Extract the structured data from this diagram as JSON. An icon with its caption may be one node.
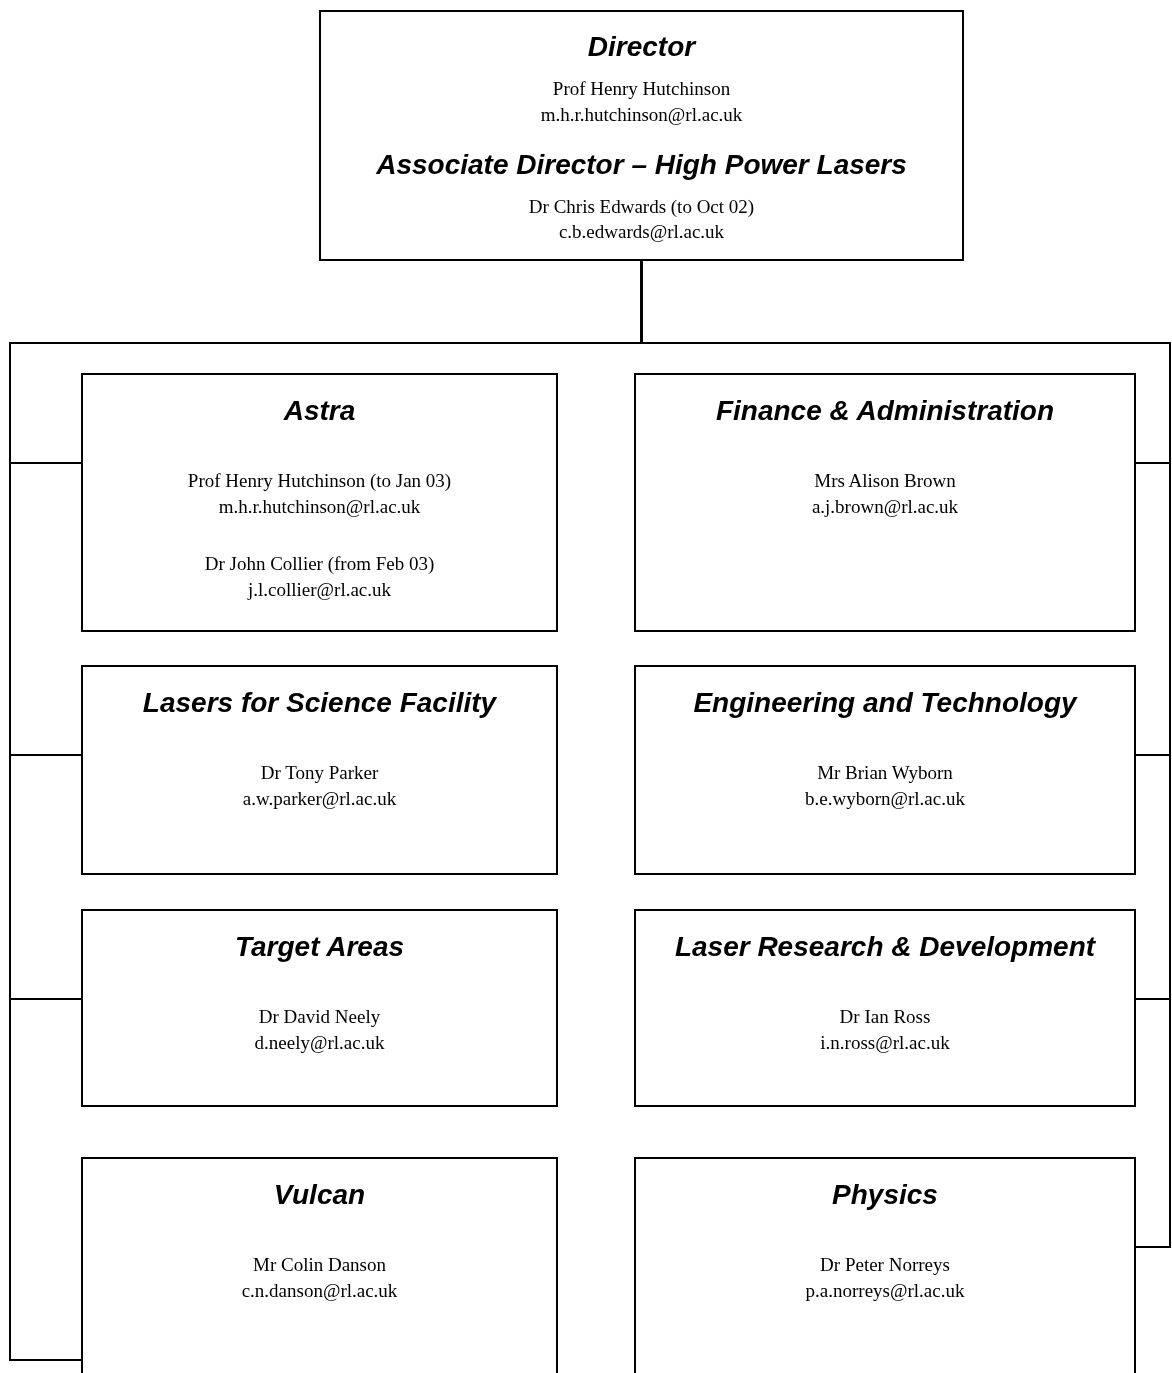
{
  "diagram": {
    "nodes": [
      {
        "text": [
          "Director",
          "Prof Henry Hutchinson",
          "m.h.r.hutchinson@rl.ac.uk",
          "Associate Director – High Power Lasers",
          "Dr Chris Edwards (to Oct 02)",
          "c.b.edwards@rl.ac.uk"
        ]
      },
      {
        "text": [
          "Astra",
          "Prof Henry Hutchinson (to Jan 03)",
          "m.h.r.hutchinson@rl.ac.uk",
          "Dr John Collier (from Feb 03)",
          "j.l.collier@rl.ac.uk"
        ]
      },
      {
        "text": [
          "Finance & Administration",
          "Mrs Alison Brown",
          "a.j.brown@rl.ac.uk"
        ]
      },
      {
        "text": [
          "Lasers for Science Facility",
          "Dr Tony Parker",
          "a.w.parker@rl.ac.uk"
        ]
      },
      {
        "text": [
          "Engineering and Technology",
          "Mr Brian Wyborn",
          "b.e.wyborn@rl.ac.uk"
        ]
      },
      {
        "text": [
          "Target Areas",
          "Dr David Neely",
          "d.neely@rl.ac.uk"
        ]
      },
      {
        "text": [
          "Laser Research & Development",
          "Dr Ian Ross",
          "i.n.ross@rl.ac.uk"
        ]
      },
      {
        "text": [
          "Vulcan",
          "Mr Colin Danson",
          "c.n.danson@rl.ac.uk"
        ]
      },
      {
        "text": [
          "Physics",
          "Dr Peter Norreys",
          "p.a.norreys@rl.ac.uk"
        ]
      }
    ],
    "edges": [
      {
        "from": 0,
        "to": 1,
        "arrow": "none"
      },
      {
        "from": 0,
        "to": 2,
        "arrow": "none"
      },
      {
        "from": 0,
        "to": 3,
        "arrow": "none"
      },
      {
        "from": 0,
        "to": 4,
        "arrow": "none"
      },
      {
        "from": 0,
        "to": 5,
        "arrow": "none"
      },
      {
        "from": 0,
        "to": 6,
        "arrow": "none"
      },
      {
        "from": 0,
        "to": 7,
        "arrow": "none"
      },
      {
        "from": 0,
        "to": 8,
        "arrow": "none"
      }
    ]
  }
}
